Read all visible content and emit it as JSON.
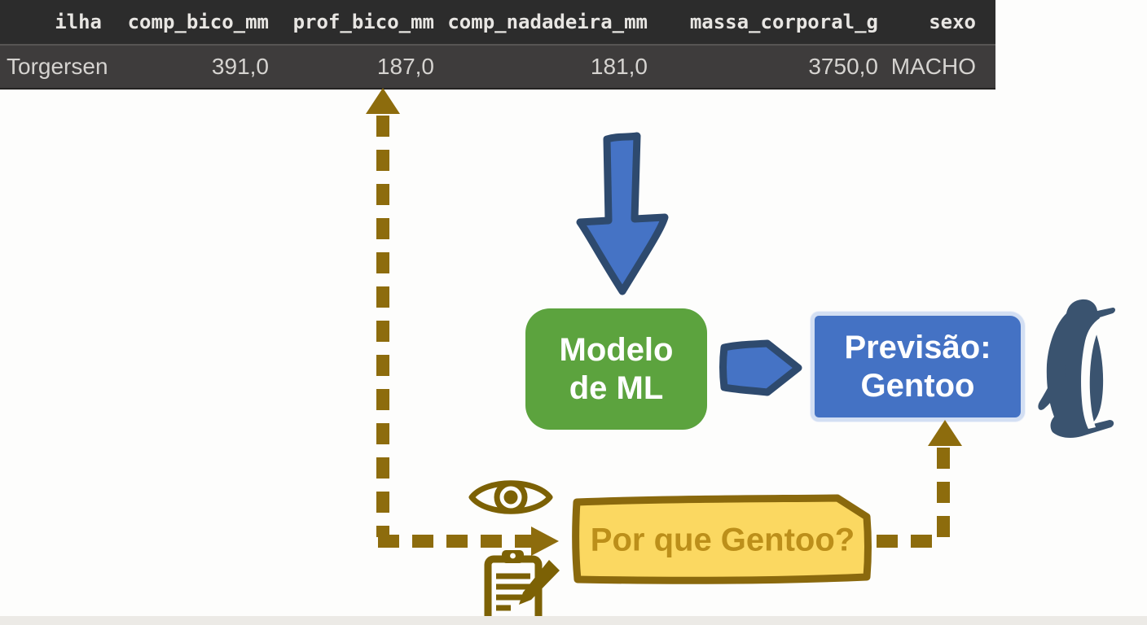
{
  "table": {
    "headers": [
      "ilha",
      "comp_bico_mm",
      "prof_bico_mm",
      "comp_nadadeira_mm",
      "massa_corporal_g",
      "sexo"
    ],
    "row": [
      "Torgersen",
      "391,0",
      "187,0",
      "181,0",
      "3750,0",
      "MACHO"
    ],
    "header_bg": "#2c2c2c",
    "row_bg": "#3e3c3c",
    "header_text_color": "#e8e6e3",
    "row_text_color": "#d5d3d0"
  },
  "diagram": {
    "model_box": {
      "line1": "Modelo",
      "line2": "de ML",
      "fill": "#5ca33e",
      "text_color": "#ffffff"
    },
    "prediction_box": {
      "line1": "Previsão:",
      "line2": "Gentoo",
      "fill": "#4472c4",
      "border": "#d3dff3",
      "text_color": "#ffffff"
    },
    "question_box": {
      "label": "Por que Gentoo?",
      "fill": "#fbd861",
      "border": "#8a690d",
      "text_color": "#bc8f1a"
    },
    "icons": {
      "down_arrow_icon": {
        "fill": "#4573c5",
        "outline": "#2e4a6e"
      },
      "right_arrow_icon": {
        "fill": "#4573c5",
        "outline": "#2e4a6e"
      },
      "penguin_icon": {
        "color": "#3a536f"
      },
      "eye_icon": {
        "color": "#7c6105"
      },
      "clipboard_pencil_icon": {
        "color": "#7c6105"
      }
    },
    "connector_color": "#8d6c0d"
  }
}
